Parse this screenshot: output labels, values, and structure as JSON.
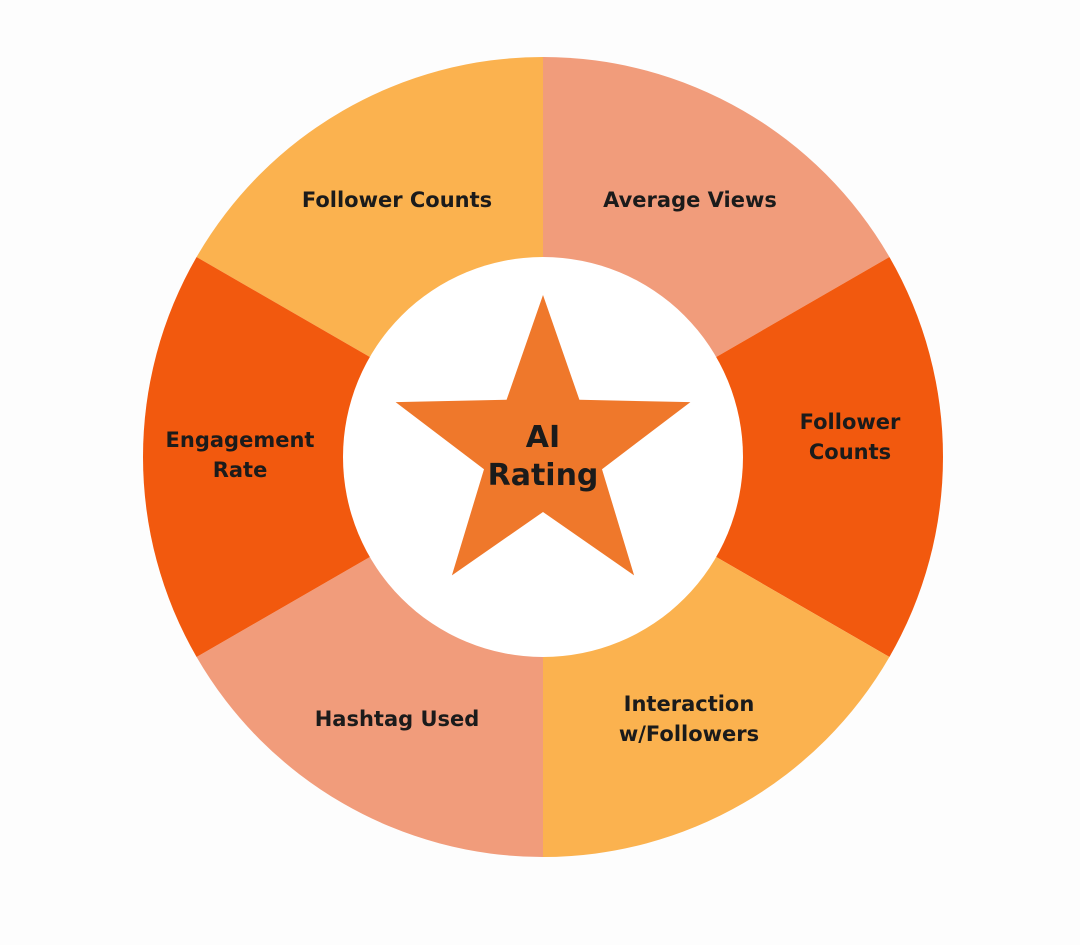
{
  "center": {
    "line1": "AI",
    "line2": "Rating",
    "star_color": "#ef782b"
  },
  "segments": [
    {
      "line1": "Follower Counts",
      "line2": "",
      "color": "#fbb24f"
    },
    {
      "line1": "Average Views",
      "line2": "",
      "color": "#f19c7b"
    },
    {
      "line1": "Follower",
      "line2": "Counts",
      "color": "#f2590e"
    },
    {
      "line1": "Interaction",
      "line2": "w/Followers",
      "color": "#fbb24f"
    },
    {
      "line1": "Hashtag Used",
      "line2": "",
      "color": "#f19c7b"
    },
    {
      "line1": "Engagement",
      "line2": "Rate",
      "color": "#f2590e"
    }
  ]
}
